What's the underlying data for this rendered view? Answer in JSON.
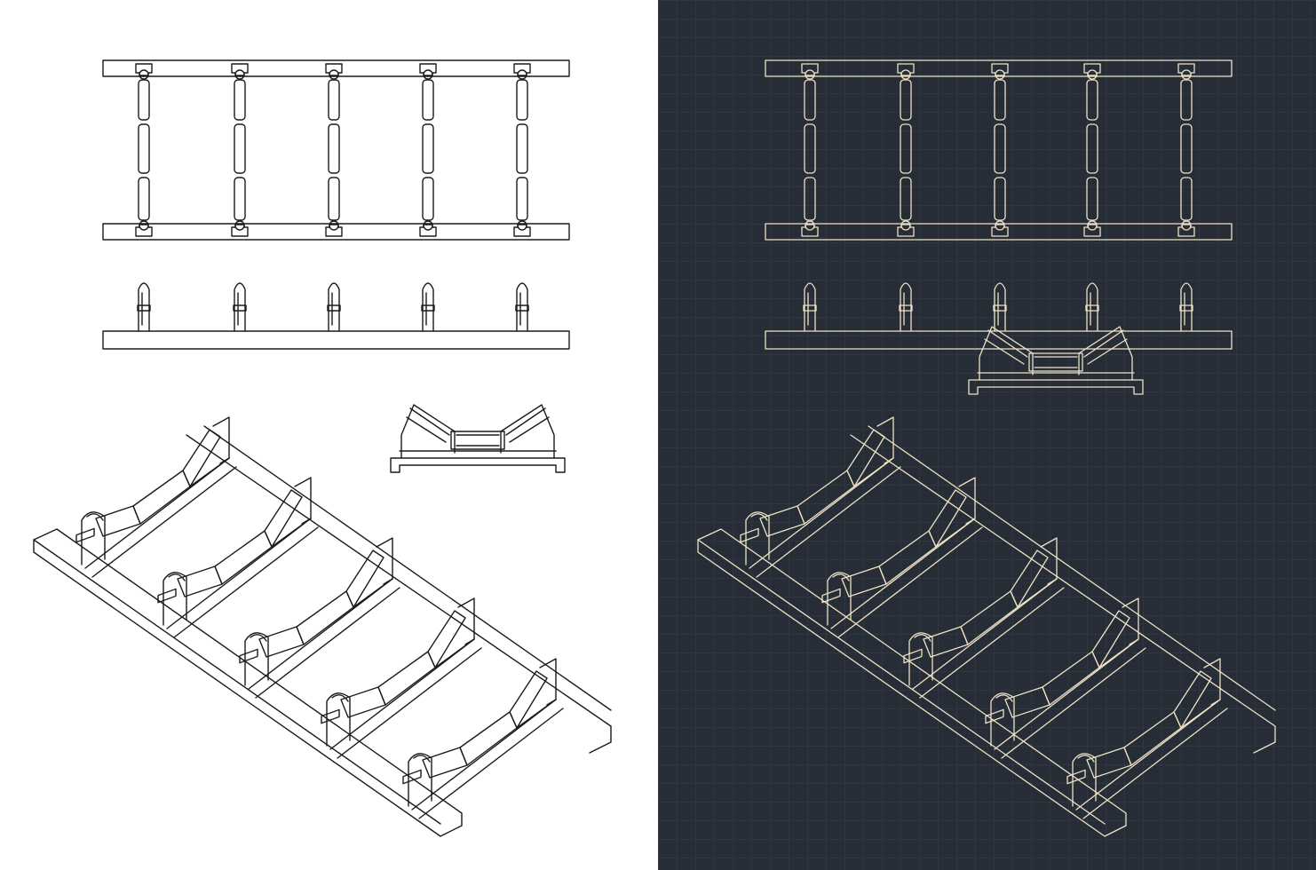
{
  "drawing": {
    "subject": "conveyor-belt-idler-frame",
    "colors": {
      "light_background": "#ffffff",
      "light_ink": "#1b1b1b",
      "dark_background": "#262d36",
      "dark_grid": "#37414b",
      "dark_ink": "#efe2c6"
    },
    "idler_count": 5,
    "views": [
      "top-view",
      "side-view",
      "front-view",
      "isometric-view"
    ]
  }
}
